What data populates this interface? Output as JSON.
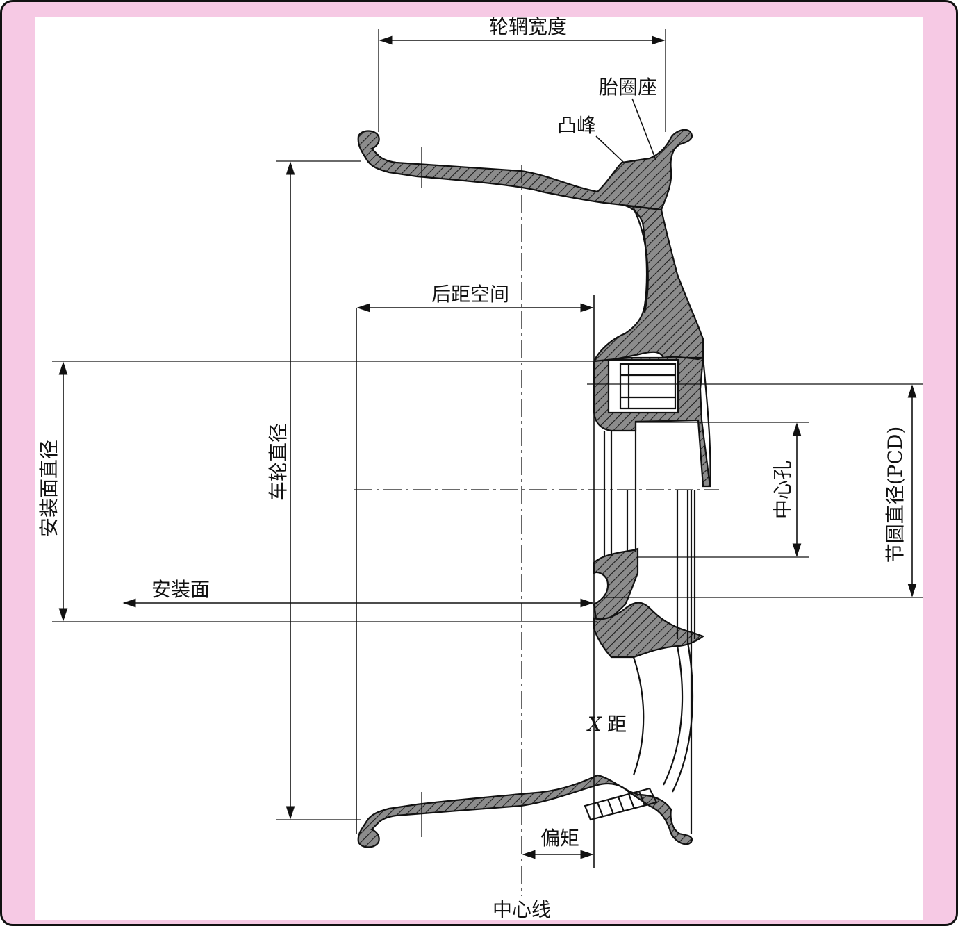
{
  "labels": {
    "rim_width": "轮辋宽度",
    "bead_seat": "胎圈座",
    "hump": "凸峰",
    "backspace": "后距空间",
    "mounting_face_diameter": "安装面直径",
    "wheel_diameter": "车轮直径",
    "center_bore": "中心孔",
    "pitch_circle_diameter": "节圆直径(PCD)",
    "mounting_face": "安装面",
    "x_distance_var": "X",
    "x_distance": "距",
    "offset": "偏矩",
    "centerline": "中心线"
  },
  "colors": {
    "border_background": "#f6c9e4",
    "panel": "#ffffff",
    "ink": "#111111"
  }
}
